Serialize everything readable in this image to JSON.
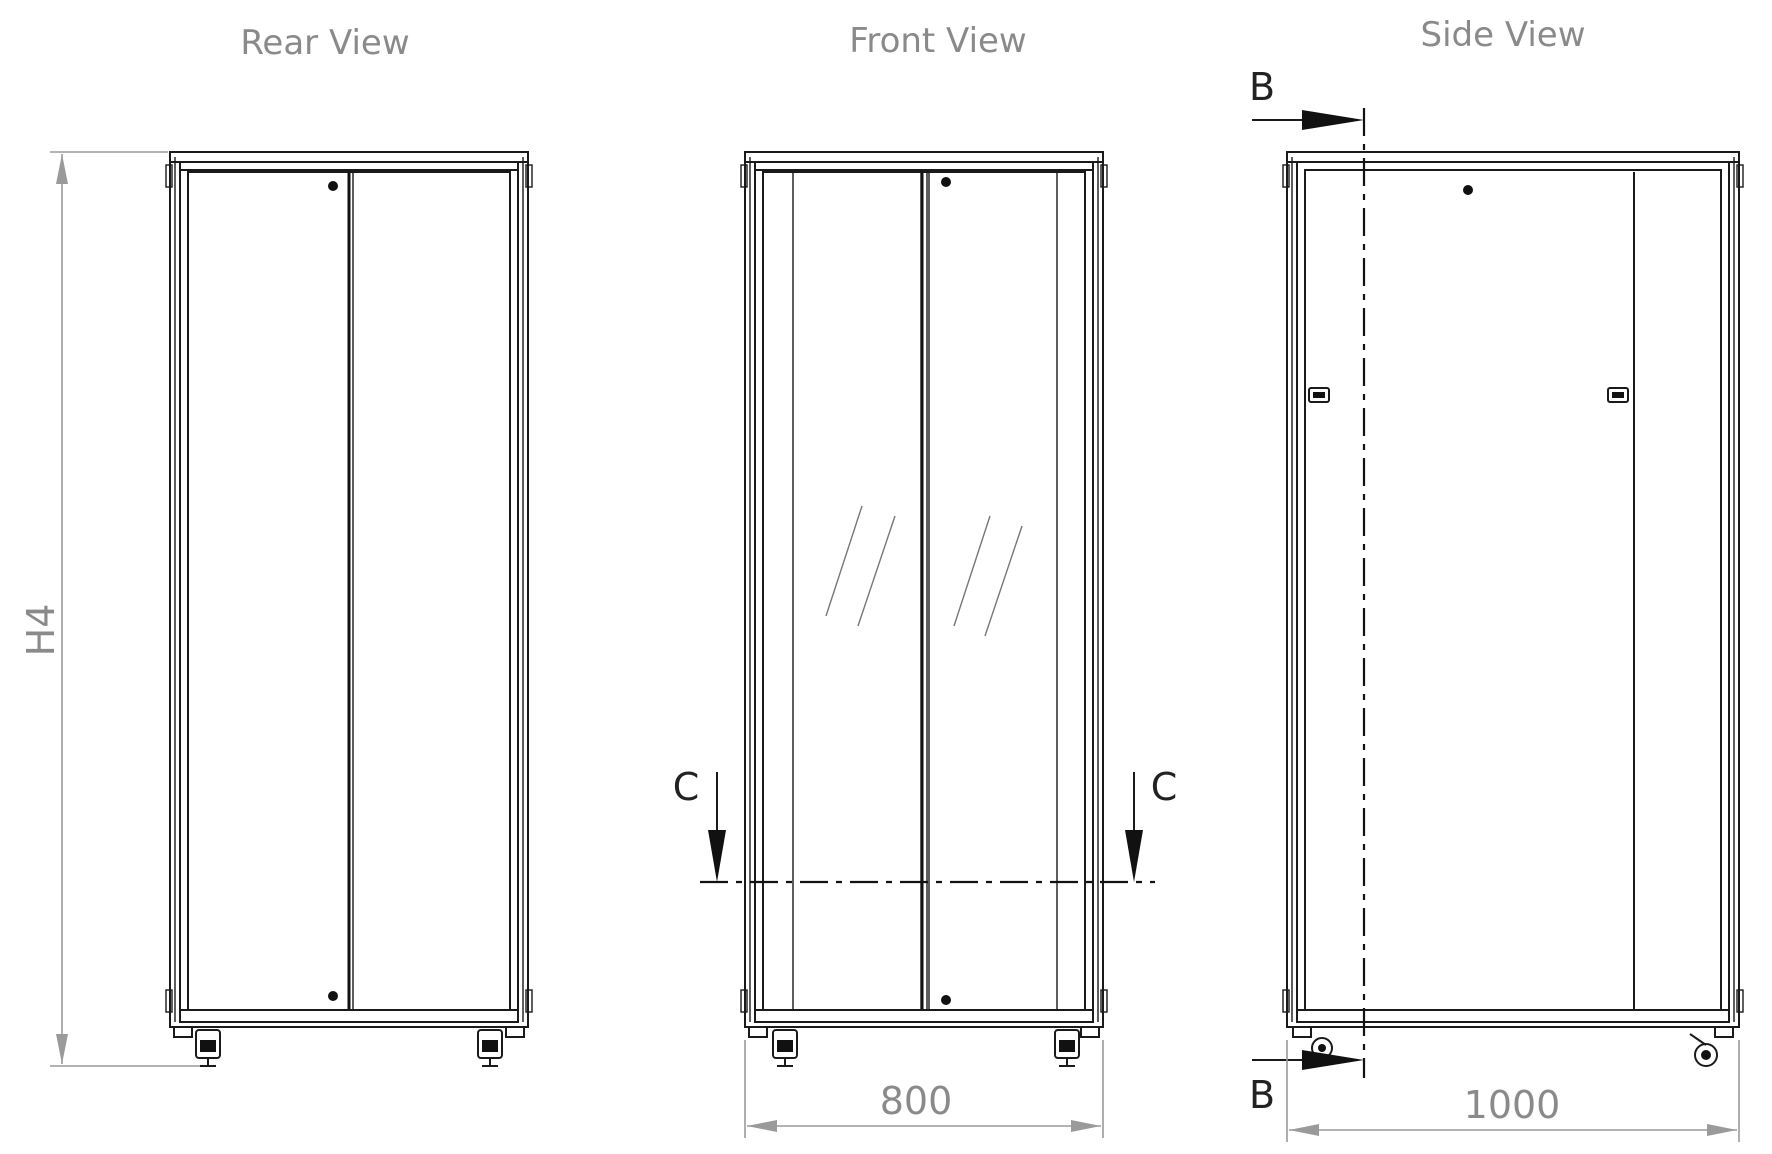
{
  "views": {
    "rear": {
      "title": "Rear View"
    },
    "front": {
      "title": "Front View"
    },
    "side": {
      "title": "Side View"
    }
  },
  "dimensions": {
    "height": "H4",
    "width": "800",
    "depth": "1000"
  },
  "sections": {
    "b_top": "B",
    "b_bottom": "B",
    "c_left": "C",
    "c_right": "C"
  }
}
